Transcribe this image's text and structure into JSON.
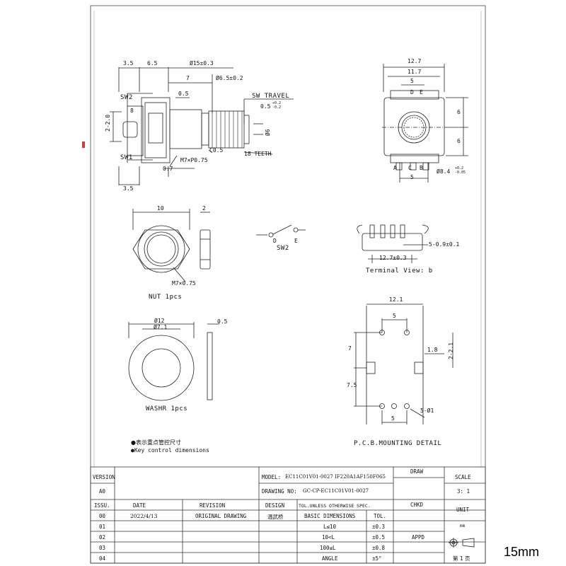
{
  "drawing": {
    "side_view": {
      "dims_top": [
        "3.5",
        "6.5",
        "Ø15±0.3",
        "7",
        "Ø6.5±0.2",
        "0.5"
      ],
      "sw_travel": "SW TRAVEL",
      "sw_travel_value": "0.5",
      "sw_travel_tol": "+0.2\n-0.2",
      "left_labels": [
        "SW2",
        "SW1"
      ],
      "left_dim_small": "8",
      "left_dim_vertical": "2-2.0",
      "shaft_dia": "Ø6",
      "bottom_dims": [
        "3.5",
        "0.7",
        "C0.5"
      ],
      "thread_note": "M7×P0.75",
      "teeth_note": "18 TEETH"
    },
    "front_view": {
      "dims": [
        "12.7",
        "11.7",
        "5",
        "6",
        "6",
        "5"
      ],
      "pins_top": [
        "D",
        "E"
      ],
      "pins_bottom": [
        "A",
        "C",
        "B"
      ],
      "hole_note": "Ø8.4",
      "hole_tol": "+0.2\n-0.05"
    },
    "nut": {
      "dims": [
        "10",
        "2"
      ],
      "thread": "M7×0.75",
      "caption": "NUT 1pcs"
    },
    "switch_symbol": {
      "pins": [
        "D",
        "E"
      ],
      "label": "SW2"
    },
    "terminal_view": {
      "dims": [
        "5-0.9±0.1",
        "12.7±0.3"
      ],
      "caption": "Terminal View: b"
    },
    "washer": {
      "dims": [
        "Ø12",
        "Ø7.1",
        "0.5"
      ],
      "caption": "WASHR  1pcs"
    },
    "pcb": {
      "dims": [
        "12.1",
        "5",
        "7",
        "7.5",
        "1.8",
        "2-2.1",
        "5-Ø1",
        "5"
      ],
      "caption": "P.C.B.MOUNTING DETAIL"
    },
    "notes": [
      "●表示重点管控尺寸",
      "●Key control dimensions"
    ]
  },
  "title_block": {
    "version_label": "VERSION",
    "version_value": "A0",
    "model_label": "MODEL:",
    "model_value": "EC11C01V01-0027 IF220A1AF150F065",
    "drawing_no_label": "DRAWING NO:",
    "drawing_no_value": "GC-CP-EC11C01V01-0027",
    "draw_label": "DRAW",
    "scale_label": "SCALE",
    "scale_value": "3: 1",
    "chkd_label": "CHKD",
    "unit_label": "UNIT",
    "unit_value": "mm",
    "appd_label": "APPD",
    "sheet_label": "第 1 页",
    "headers": [
      "ISSU.",
      "DATE",
      "REVISION",
      "DESIGN",
      "TOL.UNLESS OTHERWISE SPEC."
    ],
    "tol_headers": [
      "BASIC DIMENSIONS",
      "TOL."
    ],
    "rows": [
      {
        "issu": "00",
        "date": "2022/4/13",
        "revision": "ORIGINAL DRAWING",
        "design": "温武桥",
        "basic": "",
        "tol": ""
      },
      {
        "issu": "01",
        "date": "",
        "revision": "",
        "design": "",
        "basic": "L≤10",
        "tol": "±0.3"
      },
      {
        "issu": "02",
        "date": "",
        "revision": "",
        "design": "",
        "basic": "10<L",
        "tol": "±0.5"
      },
      {
        "issu": "03",
        "date": "",
        "revision": "",
        "design": "",
        "basic": "100≤L",
        "tol": "±0.8"
      },
      {
        "issu": "04",
        "date": "",
        "revision": "",
        "design": "",
        "basic": "ANGLE",
        "tol": "±5°"
      }
    ]
  },
  "corner_label": "15mm"
}
